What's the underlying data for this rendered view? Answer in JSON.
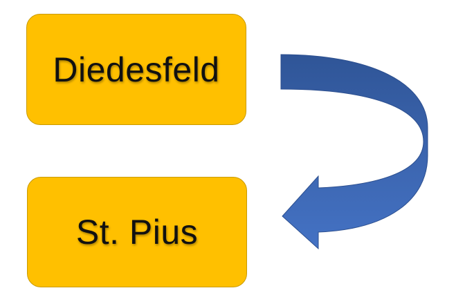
{
  "nodes": [
    {
      "label": "Diedesfeld",
      "fill": "#ffc000"
    },
    {
      "label": "St. Pius",
      "fill": "#ffc000"
    }
  ],
  "arrow": {
    "from": "Diedesfeld",
    "to": "St. Pius",
    "style": "curved-arrow",
    "color_top": "#2f5597",
    "color_bottom": "#4472c4"
  }
}
